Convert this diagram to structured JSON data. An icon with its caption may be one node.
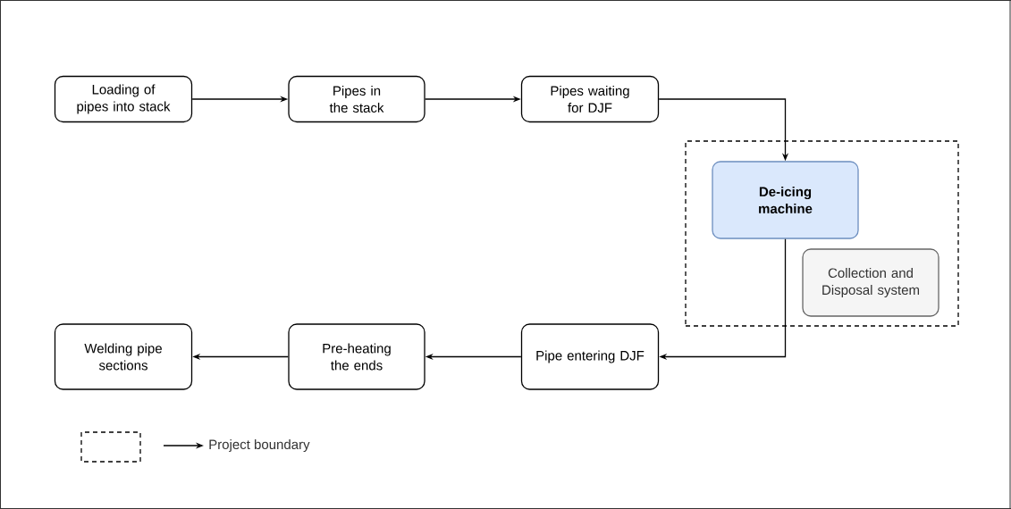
{
  "diagram": {
    "nodes": [
      {
        "text": [
          "Loading of pipes into stack"
        ]
      },
      {
        "text": [
          "Pipes in the stack"
        ]
      },
      {
        "text": [
          "Pipes waiting for DJF"
        ]
      },
      {
        "text": [],
        "shape": "box"
      },
      {
        "text": [
          "De-icing machine"
        ],
        "in": 3
      },
      {
        "text": [
          "Collection and Disposal system"
        ],
        "in": 3
      },
      {
        "text": [
          "Pipe entering DJF"
        ]
      },
      {
        "text": [
          "Pre-heating the ends"
        ]
      },
      {
        "text": [
          "Welding pipe sections"
        ]
      }
    ],
    "edges": [
      {
        "from": 0,
        "to": 1,
        "arrow": "to"
      },
      {
        "from": 1,
        "to": 2,
        "arrow": "to"
      },
      {
        "from": 2,
        "to": 4,
        "arrow": "to"
      },
      {
        "from": 4,
        "to": 6,
        "arrow": "to"
      },
      {
        "from": 6,
        "to": 7,
        "arrow": "to"
      },
      {
        "from": 7,
        "to": 8,
        "arrow": "to"
      }
    ],
    "legend": [
      {
        "text": "Project boundary"
      }
    ]
  }
}
